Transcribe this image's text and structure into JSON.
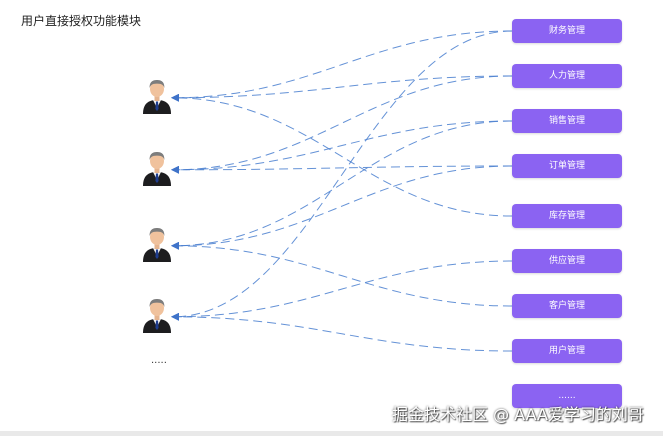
{
  "title": "用户直接授权功能模块",
  "users": [
    {
      "icon": "user-avatar-icon"
    },
    {
      "icon": "user-avatar-icon"
    },
    {
      "icon": "user-avatar-icon"
    },
    {
      "icon": "user-avatar-icon"
    }
  ],
  "users_more": ".....",
  "modules": [
    {
      "label": "财务管理"
    },
    {
      "label": "人力管理"
    },
    {
      "label": "销售管理"
    },
    {
      "label": "订单管理"
    },
    {
      "label": "库存管理"
    },
    {
      "label": "供应管理"
    },
    {
      "label": "客户管理"
    },
    {
      "label": "用户管理"
    },
    {
      "label": "......"
    }
  ],
  "connections": [
    {
      "user": 0,
      "module": 0
    },
    {
      "user": 0,
      "module": 1
    },
    {
      "user": 0,
      "module": 4
    },
    {
      "user": 1,
      "module": 1
    },
    {
      "user": 1,
      "module": 2
    },
    {
      "user": 1,
      "module": 3
    },
    {
      "user": 2,
      "module": 2
    },
    {
      "user": 2,
      "module": 3
    },
    {
      "user": 2,
      "module": 6
    },
    {
      "user": 3,
      "module": 0
    },
    {
      "user": 3,
      "module": 5
    },
    {
      "user": 3,
      "module": 7
    }
  ],
  "colors": {
    "module_bg": "#8b63f2",
    "link": "#4a7fd0",
    "arrow": "#3f73c9"
  },
  "watermark": "掘金技术社区 @ AAA爱学习的刘哥"
}
